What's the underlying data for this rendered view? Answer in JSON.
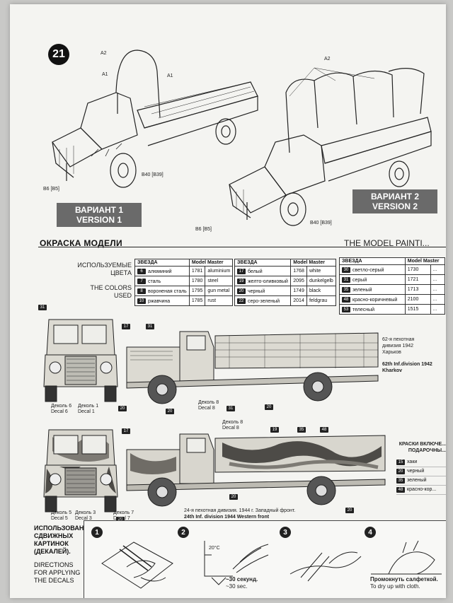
{
  "step_number": "21",
  "variant1": {
    "ru": "ВАРИАНТ 1",
    "en": "VERSION 1"
  },
  "variant2": {
    "ru": "ВАРИАНТ 2",
    "en": "VERSION 2"
  },
  "callouts": {
    "a2_left": "A2",
    "a1_left": "A1",
    "a1_right": "A1",
    "a2_right": "A2",
    "b6_left": "B6 [B5]",
    "b40_left": "B40 [B39]",
    "b6_right": "B6 [B5]",
    "b40_right": "B40 [B39]"
  },
  "section": {
    "title_ru": "ОКРАСКА МОДЕЛИ",
    "title_en": "THE MODEL PAINTI..."
  },
  "colors_label": {
    "ru_line1": "ИСПОЛЬЗУЕМЫЕ",
    "ru_line2": "ЦВЕТА",
    "en_line1": "THE COLORS",
    "en_line2": "USED"
  },
  "paint_tables": {
    "header_zvezda": "ЗВЕЗДА",
    "header_mm": "Model Master",
    "t1": [
      {
        "code": "6",
        "ru": "алюминий",
        "num": "1781",
        "en": "aluminium"
      },
      {
        "code": "7",
        "ru": "сталь",
        "num": "1780",
        "en": "steel"
      },
      {
        "code": "8",
        "ru": "вороненая сталь",
        "num": "1795",
        "en": "gun metal"
      },
      {
        "code": "10",
        "ru": "ржавчина",
        "num": "1785",
        "en": "rust"
      }
    ],
    "t2": [
      {
        "code": "17",
        "ru": "белый",
        "num": "1768",
        "en": "white"
      },
      {
        "code": "19",
        "ru": "желто-оливковый",
        "num": "2095",
        "en": "dunkelgelb"
      },
      {
        "code": "20",
        "ru": "черный",
        "num": "1749",
        "en": "black"
      },
      {
        "code": "22",
        "ru": "серо-зеленый",
        "num": "2014",
        "en": "feldgrau"
      }
    ],
    "t3": [
      {
        "code": "30",
        "ru": "светло-серый",
        "num": "1730",
        "en": "..."
      },
      {
        "code": "31",
        "ru": "серый",
        "num": "1721",
        "en": "..."
      },
      {
        "code": "35",
        "ru": "зеленый",
        "num": "1713",
        "en": "..."
      },
      {
        "code": "48",
        "ru": "красно-коричневый",
        "num": "2100",
        "en": "..."
      },
      {
        "code": "53",
        "ru": "телесный",
        "num": "1515",
        "en": "..."
      }
    ]
  },
  "truck1": {
    "tags": {
      "t31a": "31",
      "t17": "17",
      "t31b": "31",
      "t20a": "20",
      "t20b": "20",
      "t31c": "31",
      "t20c": "20"
    },
    "decals": {
      "d6_ru": "Деколь 6",
      "d6_en": "Decal 6",
      "d1_ru": "Деколь 1",
      "d1_en": "Decal 1",
      "d8_ru": "Деколь 8",
      "d8_en": "Decal 8"
    },
    "note_ru1": "62-я пехотная",
    "note_ru2": "дивизия 1942",
    "note_ru3": "Харьков",
    "note_en1": "62th Inf.division 1942",
    "note_en2": "Kharkov"
  },
  "truck2": {
    "tags": {
      "t17": "17",
      "t19": "19",
      "t35": "35",
      "t48": "48",
      "t20a": "20",
      "t20b": "20",
      "t20c": "20"
    },
    "decals": {
      "d5_ru": "Деколь 5",
      "d5_en": "Decal 5",
      "d3_ru": "Деколь 3",
      "d3_en": "Decal 3",
      "d7_ru": "Деколь 7",
      "d7_en": "Decal 7",
      "d8_ru": "Деколь 8",
      "d8_en": "Decal 8"
    },
    "caption_ru": "24-я пехотная дивизия. 1944 г. Западный фронт.",
    "caption_en": "24th Inf. division 1944 Western front"
  },
  "special": {
    "ru1": "КРАСКИ ВКЛЮЧЕ...",
    "ru2": "ПОДАРОЧНЫ...",
    "rows": [
      {
        "code": "15",
        "ru": "хаки"
      },
      {
        "code": "20",
        "ru": "черный"
      },
      {
        "code": "35",
        "ru": "зеленый"
      },
      {
        "code": "48",
        "ru": "красно-кор..."
      }
    ]
  },
  "decal_directions": {
    "ru1": "ИСПОЛЬЗОВАНИЕ",
    "ru2": "СДВИЖНЫХ",
    "ru3": "КАРТИНОК",
    "ru4": "(ДЕКАЛЕЙ).",
    "en1": "DIRECTIONS",
    "en2": "FOR APPLYING",
    "en3": "THE DECALS",
    "steps": [
      "1",
      "2",
      "3",
      "4"
    ],
    "temp": "20°C",
    "time_ru": "~30 секунд.",
    "time_en": "~30 sec.",
    "blot_ru": "Промокнуть салфеткой.",
    "blot_en": "To dry up with cloth."
  }
}
